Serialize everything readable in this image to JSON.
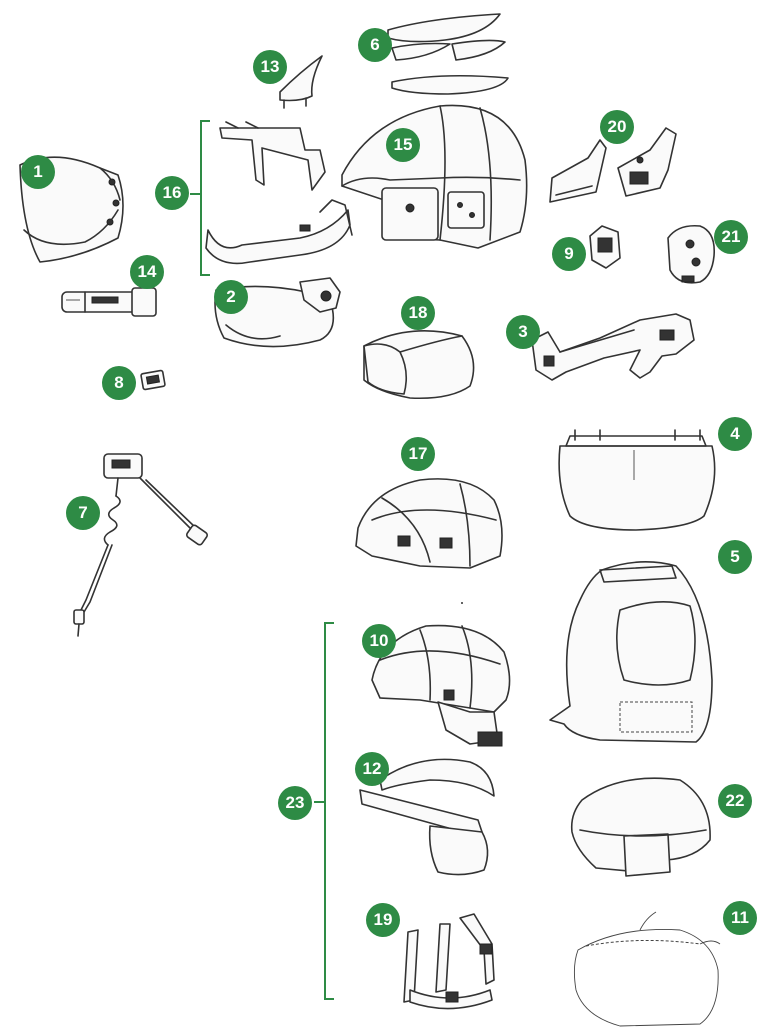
{
  "callouts": {
    "c1": "1",
    "c2": "2",
    "c3": "3",
    "c4": "4",
    "c5": "5",
    "c6": "6",
    "c7": "7",
    "c8": "8",
    "c9": "9",
    "c10": "10",
    "c11": "11",
    "c12": "12",
    "c13": "13",
    "c14": "14",
    "c15": "15",
    "c16": "16",
    "c17": "17",
    "c18": "18",
    "c19": "19",
    "c20": "20",
    "c21": "21",
    "c22": "22",
    "c23": "23"
  },
  "colors": {
    "badge": "#2e8b45",
    "line": "#333333"
  }
}
